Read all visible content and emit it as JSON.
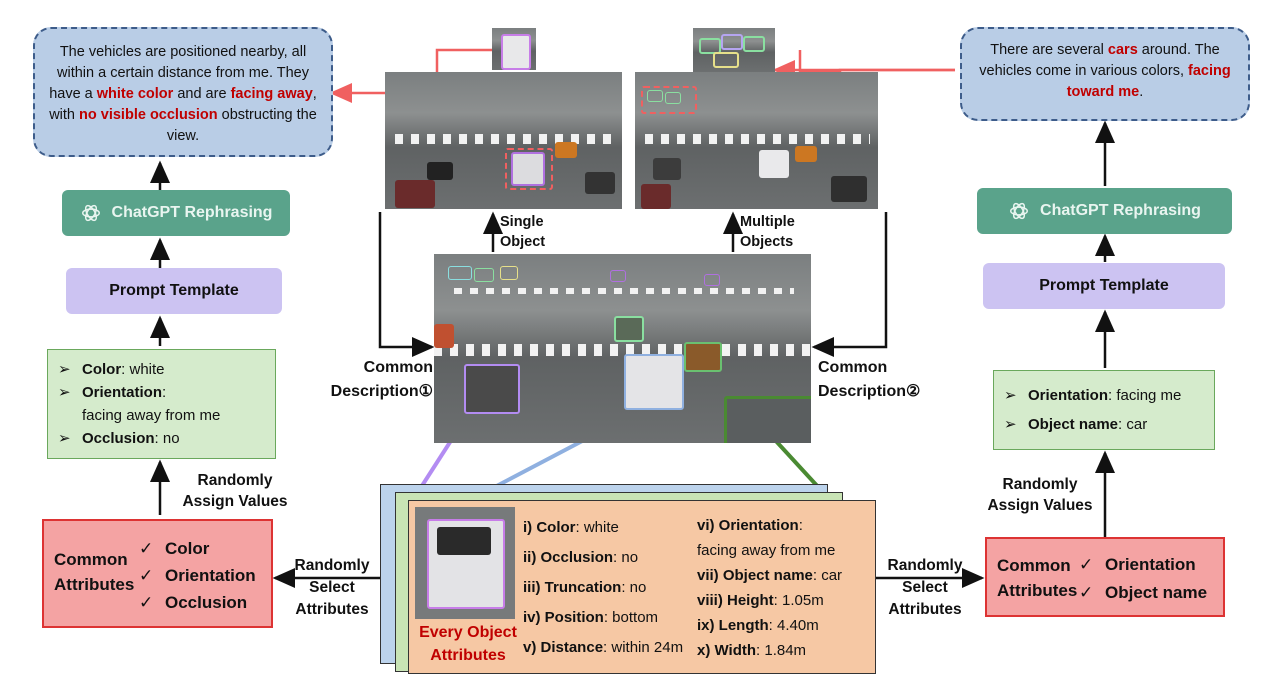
{
  "left": {
    "description_parts": [
      {
        "text": "The vehicles are positioned nearby, all within a certain distance from me. They have a ",
        "em": false
      },
      {
        "text": "white color",
        "em": true
      },
      {
        "text": " and are ",
        "em": false
      },
      {
        "text": "facing away",
        "em": true
      },
      {
        "text": ", with ",
        "em": false
      },
      {
        "text": "no visible occlusion",
        "em": true
      },
      {
        "text": " obstructing the view.",
        "em": false
      }
    ],
    "gpt_label": "ChatGPT Rephrasing",
    "template_label": "Prompt Template",
    "values": [
      {
        "key": "Color",
        "value": ": white"
      },
      {
        "key": "Orientation",
        "value": ":"
      },
      {
        "key": "",
        "value": "facing away from me"
      },
      {
        "key": "Occlusion",
        "value": ": no"
      }
    ],
    "assign_label": "Randomly\nAssign Values",
    "common_label": "Common\nAttributes",
    "attributes": [
      "Color",
      "Orientation",
      "Occlusion"
    ],
    "select_label": "Randomly\nSelect\nAttributes"
  },
  "right": {
    "description_parts": [
      {
        "text": "There are several ",
        "em": false
      },
      {
        "text": "cars",
        "em": true
      },
      {
        "text": " around. The vehicles come in various colors, ",
        "em": false
      },
      {
        "text": "facing toward me",
        "em": true
      },
      {
        "text": ".",
        "em": false
      }
    ],
    "gpt_label": "ChatGPT Rephrasing",
    "template_label": "Prompt Template",
    "values": [
      {
        "key": "Orientation",
        "value": ": facing me"
      },
      {
        "key": "Object name",
        "value": ": car"
      }
    ],
    "assign_label": "Randomly\nAssign Values",
    "common_label": "Common\nAttributes",
    "attributes": [
      "Orientation",
      "Object name"
    ],
    "select_label": "Randomly\nSelect\nAttributes"
  },
  "center": {
    "single_label": "Single\nObject",
    "multiple_label": "Multiple\nObjects",
    "common_desc_1": "Common\nDescription①",
    "common_desc_2": "Common\nDescription②",
    "every_object_label": "Every Object\nAttributes",
    "attributes_col1": [
      {
        "key": "i) Color",
        "value": ": white"
      },
      {
        "key": "ii) Occlusion",
        "value": ": no"
      },
      {
        "key": "iii) Truncation",
        "value": ": no"
      },
      {
        "key": "iv) Position",
        "value": ": bottom"
      },
      {
        "key": "v) Distance",
        "value": ": within 24m"
      }
    ],
    "attributes_col2": [
      {
        "key": "vi) Orientation",
        "value": ":"
      },
      {
        "key": "",
        "value": "facing away from me"
      },
      {
        "key": "vii) Object name",
        "value": ": car"
      },
      {
        "key": "viii) Height",
        "value": ": 1.05m"
      },
      {
        "key": "ix) Length",
        "value": ": 4.40m"
      },
      {
        "key": "x) Width",
        "value": ": 1.84m"
      }
    ]
  },
  "colors": {
    "bubble": "#b9cde6",
    "gpt": "#5aa38b",
    "template": "#ccc3f2",
    "values": "#d5ebcc",
    "attributes": "#f4a3a3",
    "emphasis": "#c00000",
    "arrow_red": "#f06060"
  }
}
